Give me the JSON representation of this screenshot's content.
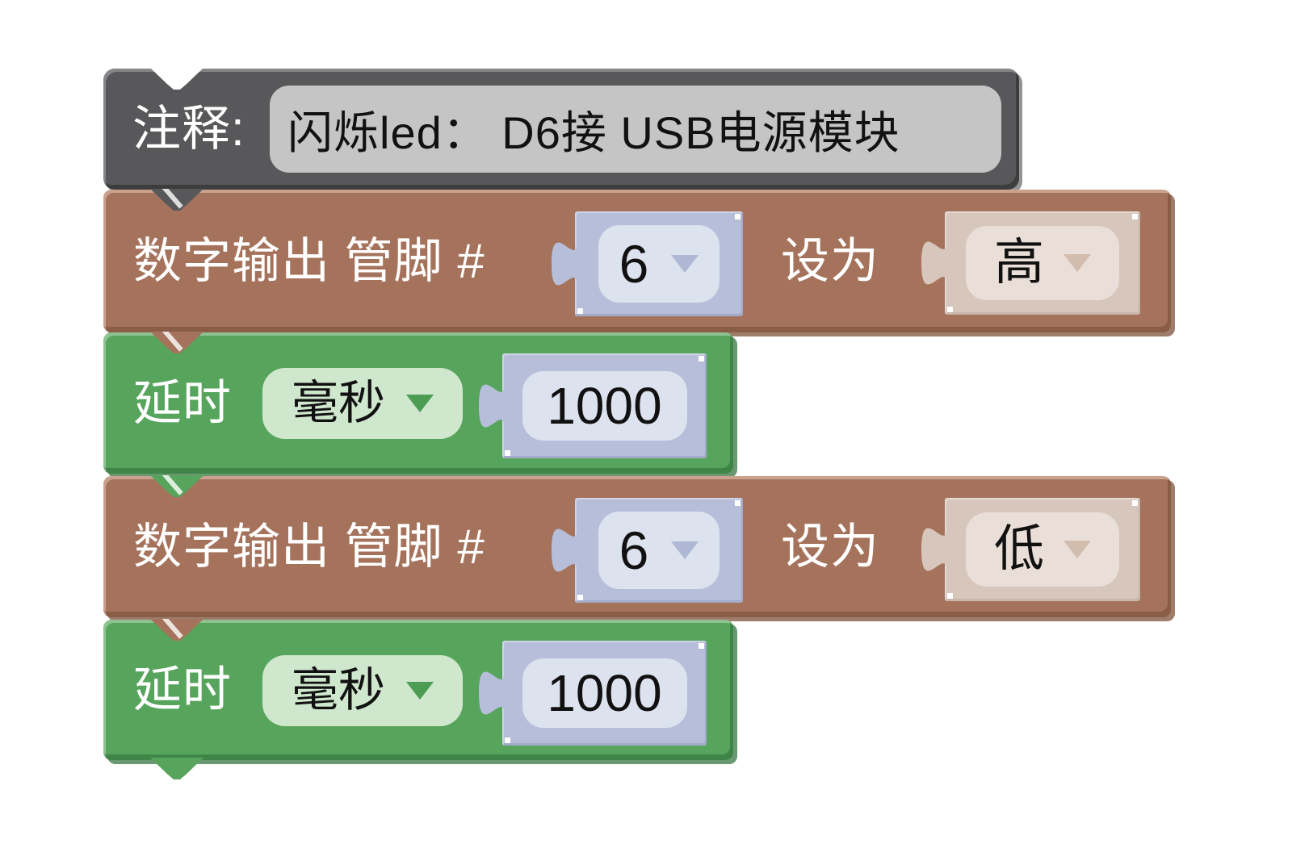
{
  "workspace": {
    "background": "#ffffff",
    "colors": {
      "comment_block": "#58585a",
      "comment_field": "#c5c5c5",
      "digital_block": "#a5735c",
      "pin_value_block": "#b7bed9",
      "pin_value_field": "#dde2ef",
      "level_value_block": "#d7c6bc",
      "level_value_field": "#eadfd8",
      "delay_block": "#57a45c",
      "unit_dropdown": "#cfe7cd"
    },
    "blocks": [
      {
        "type": "comment",
        "label": "注释:",
        "text": "闪烁led： D6接 USB电源模块"
      },
      {
        "type": "digital_write",
        "label": "数字输出 管脚 #",
        "pin": "6",
        "set_label": "设为",
        "level": "高"
      },
      {
        "type": "delay",
        "label": "延时",
        "unit": "毫秒",
        "duration": "1000"
      },
      {
        "type": "digital_write",
        "label": "数字输出 管脚 #",
        "pin": "6",
        "set_label": "设为",
        "level": "低"
      },
      {
        "type": "delay",
        "label": "延时",
        "unit": "毫秒",
        "duration": "1000"
      }
    ]
  }
}
